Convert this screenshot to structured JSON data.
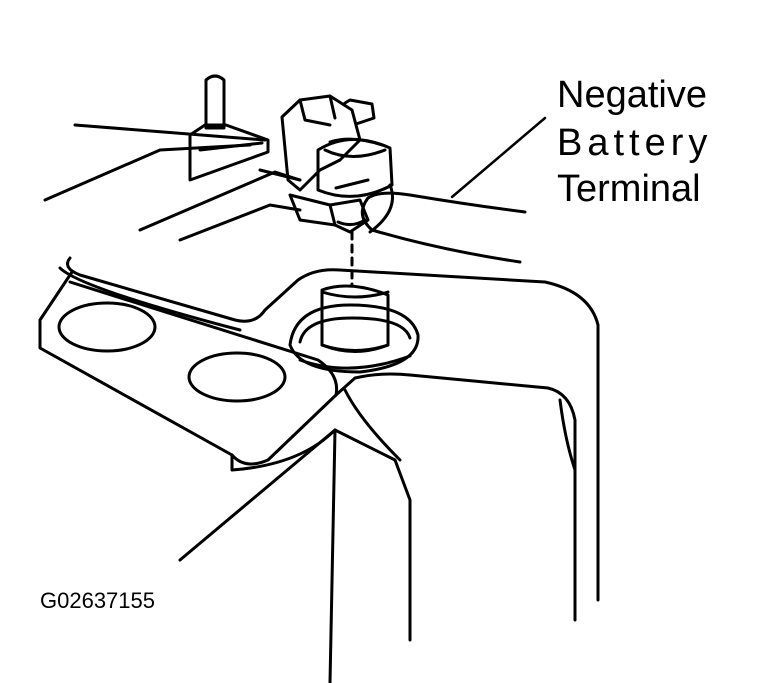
{
  "callout": {
    "line1": "Negative",
    "line2": "Battery",
    "line3": "Terminal"
  },
  "figure_id": "G02637155",
  "colors": {
    "ink": "#000000",
    "paper": "#ffffff"
  }
}
